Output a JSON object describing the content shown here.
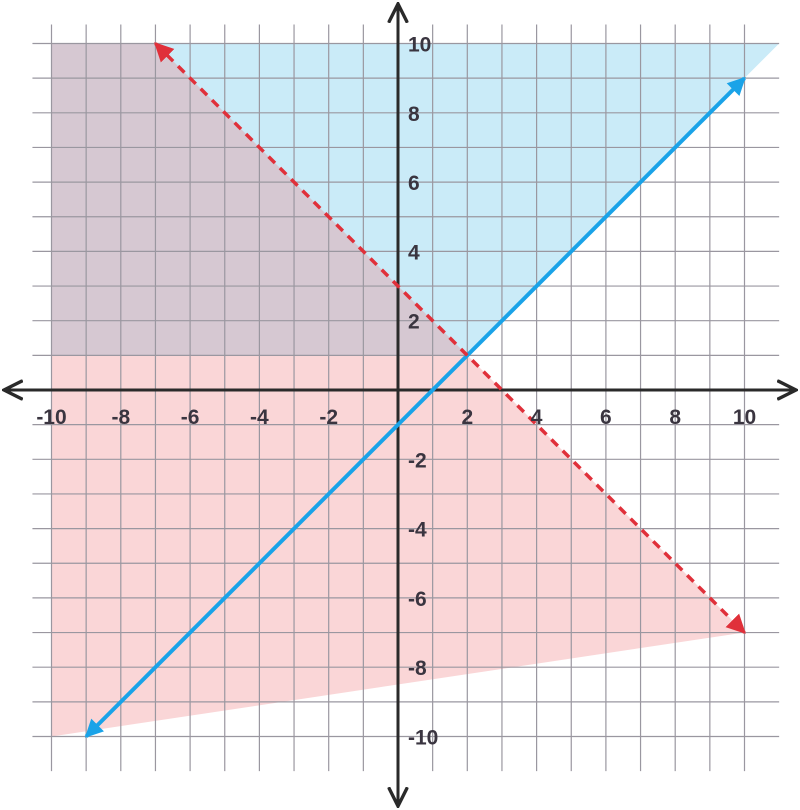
{
  "chart_data": {
    "type": "line",
    "title": "",
    "xlabel": "",
    "ylabel": "",
    "xlim": [
      -11,
      11
    ],
    "ylim": [
      -11,
      11
    ],
    "grid": true,
    "x_tick_labels": [
      {
        "value": -10,
        "label": "-10"
      },
      {
        "value": -8,
        "label": "-8"
      },
      {
        "value": -6,
        "label": "-6"
      },
      {
        "value": -4,
        "label": "-4"
      },
      {
        "value": -2,
        "label": "-2"
      },
      {
        "value": 2,
        "label": "2"
      },
      {
        "value": 4,
        "label": "4"
      },
      {
        "value": 6,
        "label": "6"
      },
      {
        "value": 8,
        "label": "8"
      },
      {
        "value": 10,
        "label": "10"
      }
    ],
    "y_tick_labels": [
      {
        "value": 10,
        "label": "10"
      },
      {
        "value": 8,
        "label": "8"
      },
      {
        "value": 6,
        "label": "6"
      },
      {
        "value": 4,
        "label": "4"
      },
      {
        "value": 2,
        "label": "2"
      },
      {
        "value": -2,
        "label": "-2"
      },
      {
        "value": -4,
        "label": "-4"
      },
      {
        "value": -6,
        "label": "-6"
      },
      {
        "value": -8,
        "label": "-8"
      },
      {
        "value": -10,
        "label": "-10"
      }
    ],
    "series": [
      {
        "style": "solid",
        "color": "#1aa3e8",
        "arrows": "both",
        "x": [
          -9,
          10
        ],
        "y": [
          -10,
          9
        ]
      },
      {
        "style": "dashed",
        "color": "#e0303a",
        "arrows": "both",
        "x": [
          -7,
          10
        ],
        "y": [
          10,
          -7
        ]
      }
    ],
    "shaded_regions": [
      {
        "color": "#5ac0ea",
        "opacity": 0.32,
        "polygon": [
          [
            -10,
            10
          ],
          [
            11,
            10
          ],
          [
            2,
            1
          ],
          [
            -10,
            1
          ]
        ]
      },
      {
        "color": "#f08082",
        "opacity": 0.32,
        "polygon": [
          [
            -10,
            10
          ],
          [
            -7,
            10
          ],
          [
            10,
            -7
          ],
          [
            -10,
            -10
          ]
        ]
      }
    ]
  }
}
